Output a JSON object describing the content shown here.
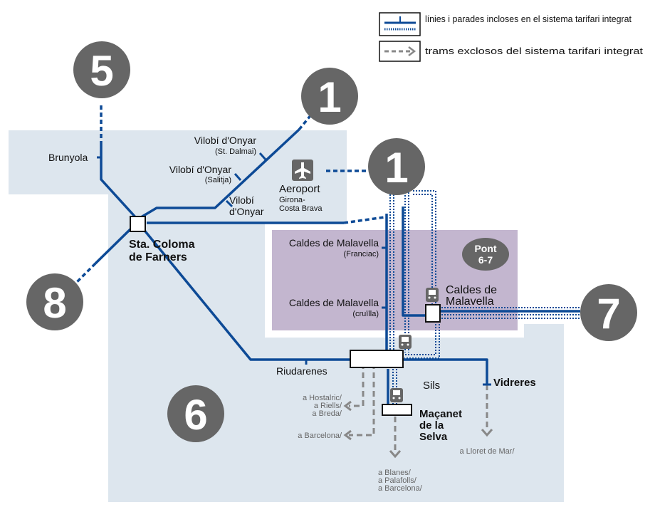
{
  "legend": {
    "integrated": "línies i parades incloses en el sistema tarifari integrat",
    "excluded": "trams exclosos del sistema tarifari integrat"
  },
  "zones": {
    "z5": "5",
    "z1_top": "1",
    "z1_mid": "1",
    "z8": "8",
    "z7": "7",
    "z6": "6"
  },
  "pont": {
    "line1": "Pont",
    "line2": "6-7"
  },
  "stations": {
    "brunyola": "Brunyola",
    "vilobi_dalmai": "Vilobí d'Onyar",
    "vilobi_dalmai_sub": "(St. Dalmai)",
    "vilobi_salitja": "Vilobí d'Onyar",
    "vilobi_salitja_sub": "(Salitja)",
    "vilobi_onyar1": "Vilobí",
    "vilobi_onyar2": "d'Onyar",
    "aeroport": "Aeroport",
    "aeroport_sub1": "Girona-",
    "aeroport_sub2": "Costa Brava",
    "sta_coloma1": "Sta. Coloma",
    "sta_coloma2": "de Farners",
    "caldes_franciac": "Caldes de Malavella",
    "caldes_franciac_sub": "(Franciac)",
    "caldes_cruilla": "Caldes de Malavella",
    "caldes_cruilla_sub": "(cruïlla)",
    "caldes1": "Caldes de",
    "caldes2": "Malavella",
    "riudarenes": "Riudarenes",
    "sils": "Sils",
    "vidreres": "Vidreres",
    "macanet1": "Maçanet",
    "macanet2": "de la",
    "macanet3": "Selva"
  },
  "destinations": {
    "hostalric1": "a Hostalric/",
    "hostalric2": "a Riells/",
    "hostalric3": "a Breda/",
    "barcelona": "a Barcelona/",
    "lloret": "a Lloret de Mar/",
    "blanes1": "a Blanes/",
    "blanes2": "a Palafolls/",
    "blanes3": "a Barcelona/"
  },
  "colors": {
    "line": "#0d4a96",
    "zone_bg": "#dde6ee",
    "pont_bg": "#c3b6cf",
    "excluded": "#888888",
    "zone_circle": "#666666"
  },
  "icons": [
    "airplane-icon",
    "train-icon"
  ]
}
